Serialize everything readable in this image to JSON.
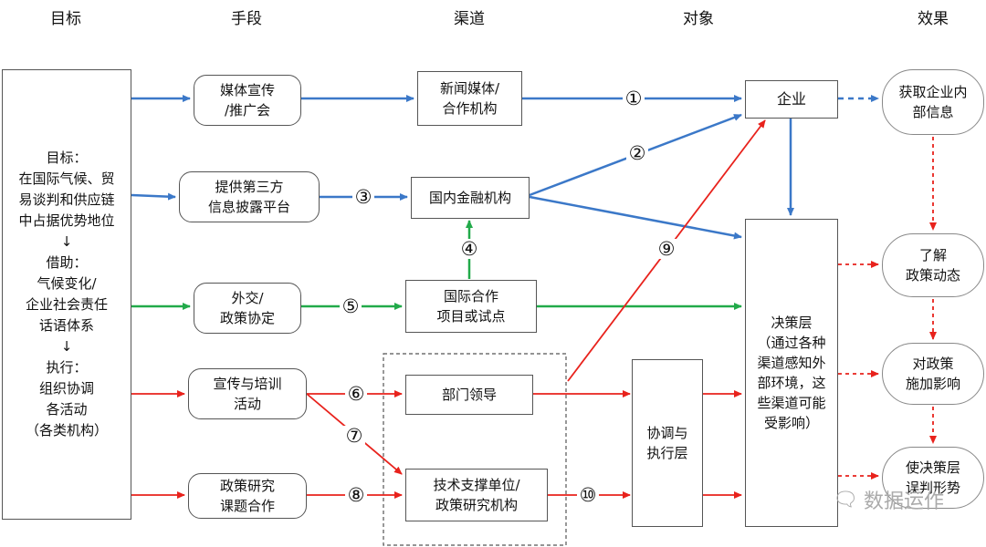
{
  "headers": [
    "目标",
    "手段",
    "渠道",
    "对象",
    "效果"
  ],
  "goal_box": "目标：\n在国际气候、贸\n易谈判和供应链\n中占据优势地位\n↓\n借助：\n气候变化/\n企业社会责任\n话语体系\n↓\n执行：\n组织协调\n各活动\n（各类机构）",
  "means": {
    "m1": "媒体宣传\n/推广会",
    "m2": "提供第三方\n信息披露平台",
    "m3": "外交/\n政策协定",
    "m4": "宣传与培训\n活动",
    "m5": "政策研究\n课题合作"
  },
  "channels": {
    "c1": "新闻媒体/\n合作机构",
    "c2": "国内金融机构",
    "c3": "国际合作\n项目或试点",
    "c4": "部门领导",
    "c5": "技术支撑单位/\n政策研究机构"
  },
  "coord": "协调与\n执行层",
  "targets": {
    "t1": "企业",
    "t2": "决策层\n（通过各种\n渠道感知外\n部环境，这\n些渠道可能\n受影响）"
  },
  "effects": {
    "e1": "获取企业内\n部信息",
    "e2": "了解\n政策动态",
    "e3": "对政策\n施加影响",
    "e4": "使决策层\n误判形势"
  },
  "numbers": [
    "①",
    "②",
    "③",
    "④",
    "⑤",
    "⑥",
    "⑦",
    "⑧",
    "⑨",
    "⑩"
  ],
  "watermark": "数据运作",
  "colors": {
    "blue": "#3b78c8",
    "green": "#22aa4a",
    "red": "#e8221c"
  }
}
